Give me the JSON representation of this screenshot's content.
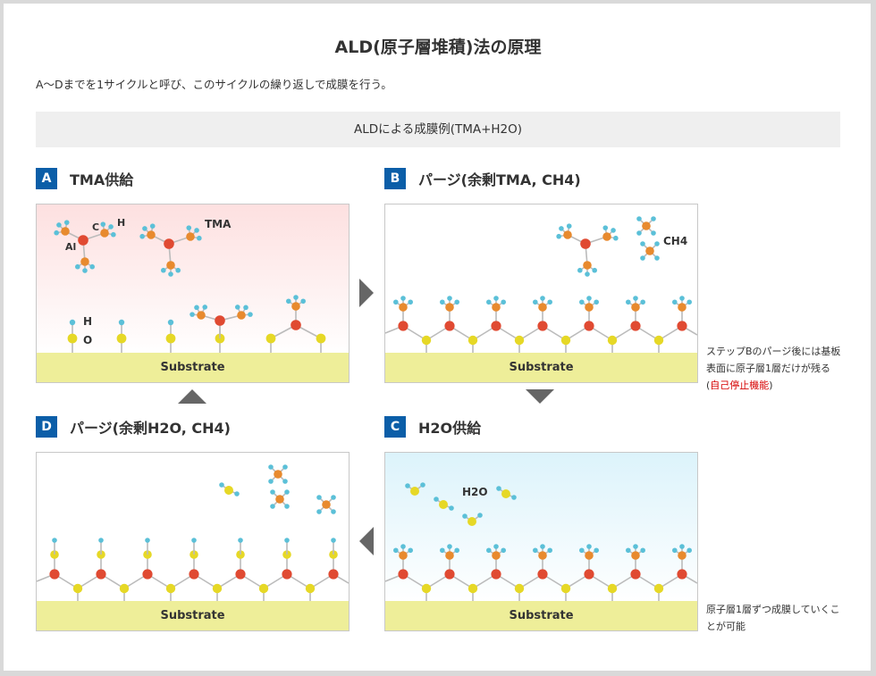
{
  "title": "ALD(原子層堆積)法の原理",
  "description": "A〜Dまでを1サイクルと呼び、このサイクルの繰り返しで成膜を行う。",
  "banner": "ALDによる成膜例(TMA+H2O)",
  "steps": {
    "a": {
      "badge": "A",
      "title": "TMA供給"
    },
    "b": {
      "badge": "B",
      "title": "パージ(余剰TMA, CH4)"
    },
    "c": {
      "badge": "C",
      "title": "H2O供給"
    },
    "d": {
      "badge": "D",
      "title": "パージ(余剰H2O, CH4)"
    }
  },
  "panel_labels": {
    "substrate": "Substrate",
    "tma": "TMA",
    "al": "Al",
    "c": "C",
    "h": "H",
    "o": "O",
    "ch4": "CH4",
    "h2o": "H2O"
  },
  "notes": {
    "b_prefix": "ステップBのパージ後には基板表面に原子層1層だけが残る(",
    "b_highlight": "自己停止機能",
    "b_suffix": ")",
    "c": "原子層1層ずつ成膜していくことが可能"
  },
  "colors": {
    "badge": "#0b5ea8",
    "aluminum": "#e04a32",
    "carbon": "#e88a2e",
    "hydrogen": "#5bc0d8",
    "oxygen": "#e6d826",
    "substrate": "#eeee99",
    "bond": "#bbbbbb",
    "arrow": "#666666",
    "highlight": "#d60000"
  }
}
